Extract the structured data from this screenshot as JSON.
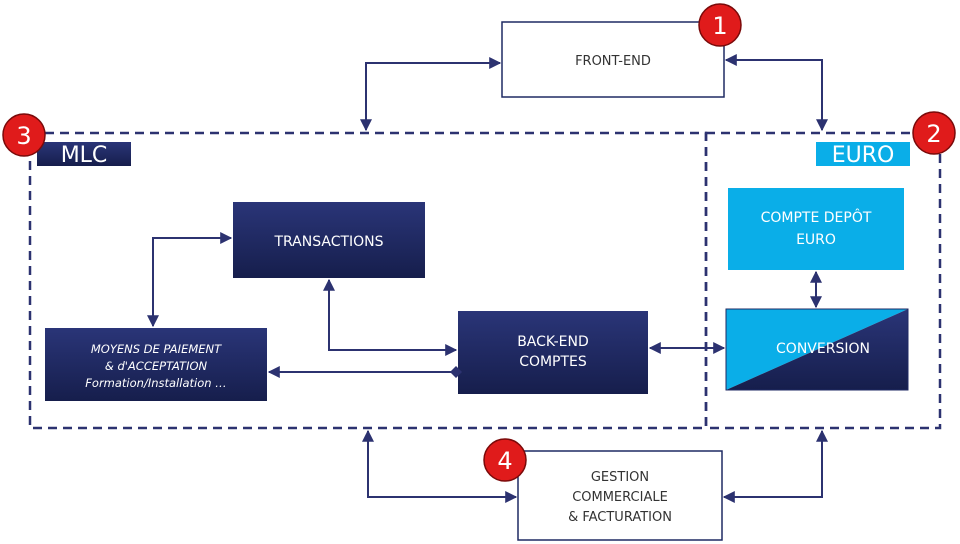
{
  "colors": {
    "navy": "#1f2a63",
    "navy_text": "#ffffff",
    "cyan": "#0aaee8",
    "arrow": "#2c3270",
    "badge": "#e01b1b",
    "dash": "#2c3270"
  },
  "nodes": {
    "front_end": {
      "line1": "FRONT-END"
    },
    "transactions": {
      "line1": "TRANSACTIONS"
    },
    "moyens": {
      "line1": "MOYENS DE PAIEMENT",
      "line2": "& d'ACCEPTATION",
      "line3": "Formation/Installation …"
    },
    "back_end": {
      "line1": "BACK-END",
      "line2": "COMPTES"
    },
    "compte_depot": {
      "line1": "COMPTE DEPÔT",
      "line2": "EURO"
    },
    "conversion": {
      "line1": "CONVERSION"
    },
    "gestion": {
      "line1": "GESTION",
      "line2": "COMMERCIALE",
      "line3": "& FACTURATION"
    }
  },
  "regions": {
    "mlc": {
      "label": "MLC"
    },
    "euro": {
      "label": "EURO"
    }
  },
  "badges": {
    "one": "1",
    "two": "2",
    "three": "3",
    "four": "4"
  },
  "icons": {
    "arrowhead": "arrowhead-icon"
  }
}
